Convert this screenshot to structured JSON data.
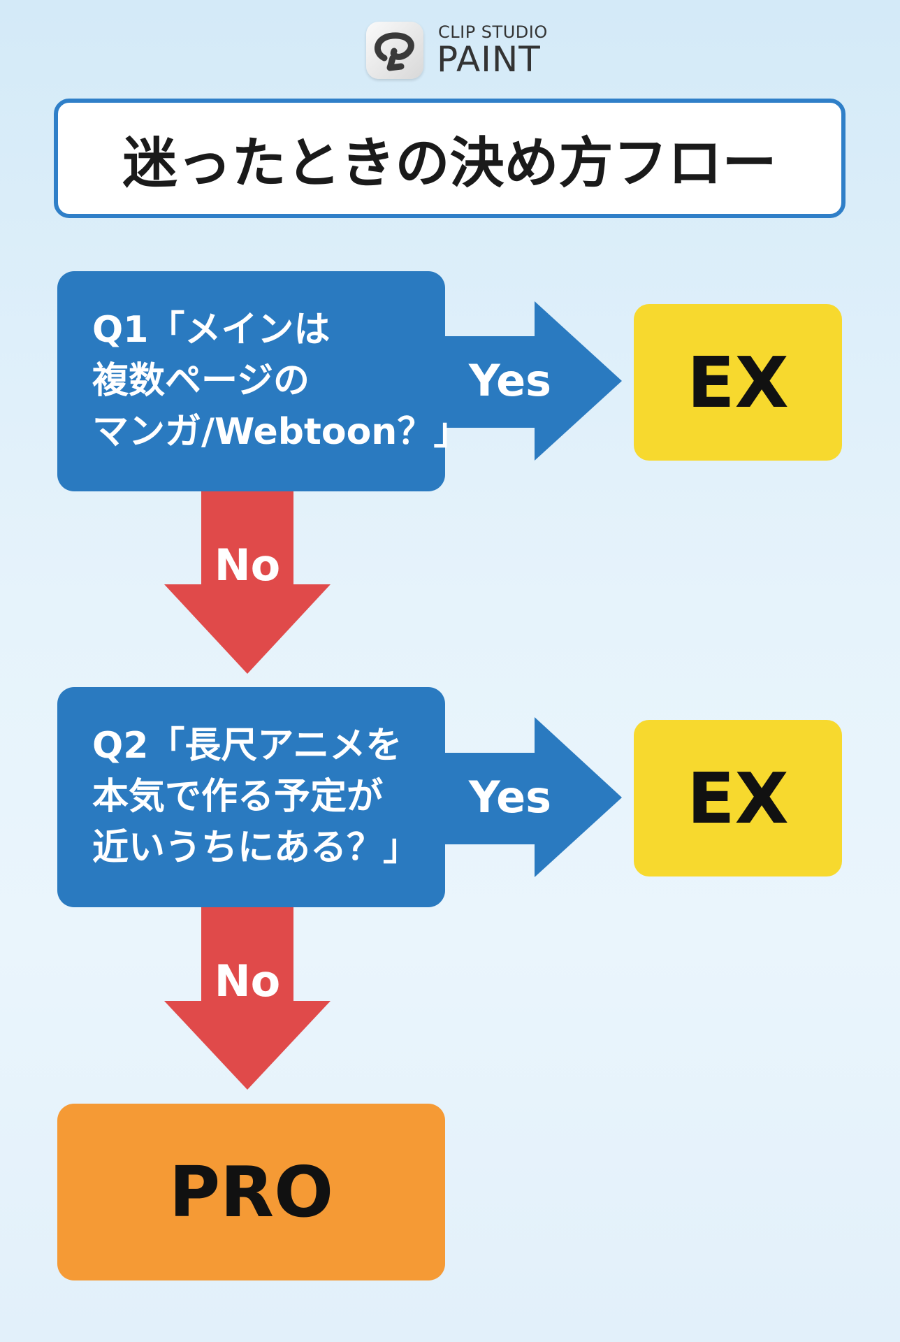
{
  "logo": {
    "line1": "CLIP STUDIO",
    "line2": "PAINT"
  },
  "title": "迷ったときの決め方フロー",
  "q1": {
    "lines": [
      "Q1「メインは",
      "複数ページの",
      "マンガ/Webtoon？」"
    ],
    "yes_label": "Yes",
    "no_label": "No",
    "yes_result": "EX"
  },
  "q2": {
    "lines": [
      "Q2「長尺アニメを",
      "本気で作る予定が",
      "近いうちにある？」"
    ],
    "yes_label": "Yes",
    "no_label": "No",
    "yes_result": "EX"
  },
  "final_result": "PRO",
  "colors": {
    "question": "#2a7ac0",
    "yes_arrow": "#2a7ac0",
    "no_arrow": "#e04a4a",
    "ex": "#f7d92e",
    "pro": "#f59a35"
  }
}
